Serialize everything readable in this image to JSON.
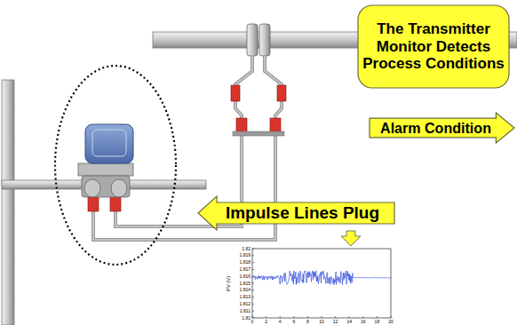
{
  "diagram": {
    "nodes": [
      {
        "text": [
          "The Transmitter Monitor Detects Process Conditions"
        ]
      },
      {
        "text": [
          "Alarm Condition"
        ]
      },
      {
        "text": [
          "Impulse Lines Plug"
        ]
      }
    ],
    "labels": [
      "1.82",
      "1.819",
      "1.818",
      "1.817",
      "1.816",
      "1.815",
      "1.814",
      "1.813",
      "1.812",
      "1.811",
      "1.81",
      "0",
      "2",
      "4",
      "6",
      "8",
      "10",
      "12",
      "14",
      "16",
      "18",
      "20",
      "PV (V)"
    ]
  }
}
